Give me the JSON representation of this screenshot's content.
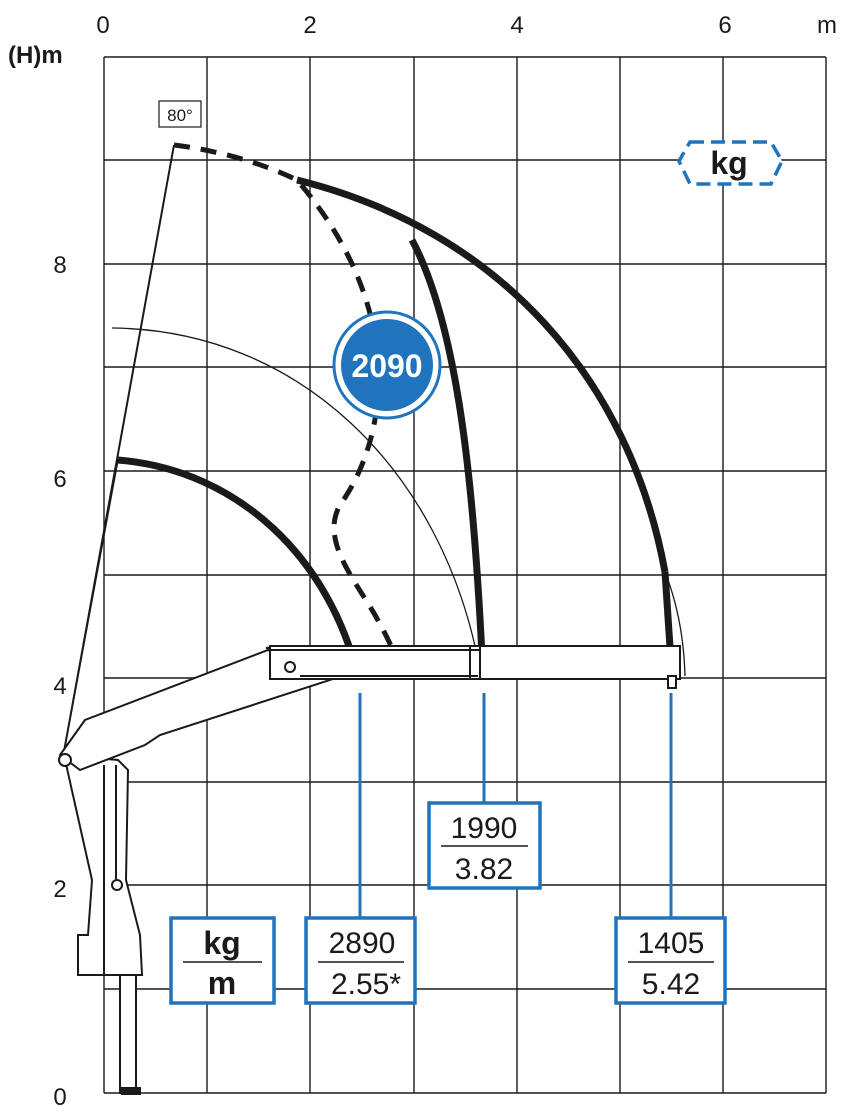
{
  "axes": {
    "x_unit": "m",
    "y_unit": "(H)m",
    "x_ticks": [
      "0",
      "2",
      "4",
      "6"
    ],
    "y_ticks": [
      "0",
      "2",
      "4",
      "6",
      "8"
    ],
    "x_range": [
      0,
      7
    ],
    "y_range": [
      0,
      10
    ],
    "grid": true
  },
  "angle_label": "80°",
  "capacity_icon_label": "kg",
  "legend": {
    "top": "kg",
    "bottom": "m"
  },
  "badge": {
    "value": "2090",
    "color": "#1f74bd"
  },
  "colors": {
    "accent": "#1f74bd",
    "ink": "#1a1a1a"
  },
  "load_points": [
    {
      "kg": "1990",
      "m": "3.82"
    },
    {
      "kg": "2890",
      "m": "2.55*"
    },
    {
      "kg": "1405",
      "m": "5.42"
    }
  ]
}
